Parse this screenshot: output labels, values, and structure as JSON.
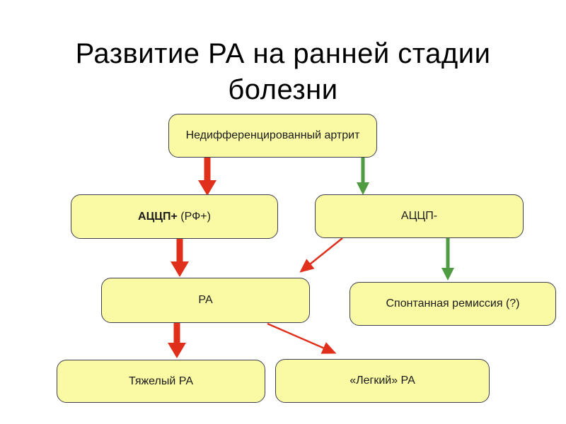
{
  "title": {
    "line1": "Развитие РА на ранней стадии",
    "line2": "болезни"
  },
  "nodes": {
    "undifferentiated": "Недифференцированный артрит",
    "accp_positive": {
      "bold": "АЦЦП+",
      "normal": "(РФ+)"
    },
    "accp_negative": "АЦЦП-",
    "ra": "РА",
    "spontaneous_remission": "Спонтанная ремиссия (?)",
    "severe_ra": "Тяжелый РА",
    "mild_ra": "«Легкий» РА"
  },
  "edges": [
    {
      "from": "undifferentiated",
      "to": "accp_positive",
      "style": "thick-red"
    },
    {
      "from": "undifferentiated",
      "to": "accp_negative",
      "style": "green"
    },
    {
      "from": "accp_positive",
      "to": "ra",
      "style": "thick-red"
    },
    {
      "from": "accp_negative",
      "to": "ra",
      "style": "thin-red"
    },
    {
      "from": "accp_negative",
      "to": "spontaneous_remission",
      "style": "green"
    },
    {
      "from": "ra",
      "to": "severe_ra",
      "style": "thick-red"
    },
    {
      "from": "ra",
      "to": "mild_ra",
      "style": "thin-red"
    }
  ],
  "colors": {
    "background": "#FFFFFF",
    "title_color": "#000000",
    "text_color": "#1A1A1A",
    "box_fill": "#FAFAA5",
    "box_border": "#3E3E52",
    "red_arrow": "#E0301C",
    "green_arrow": "#4E9B41"
  }
}
